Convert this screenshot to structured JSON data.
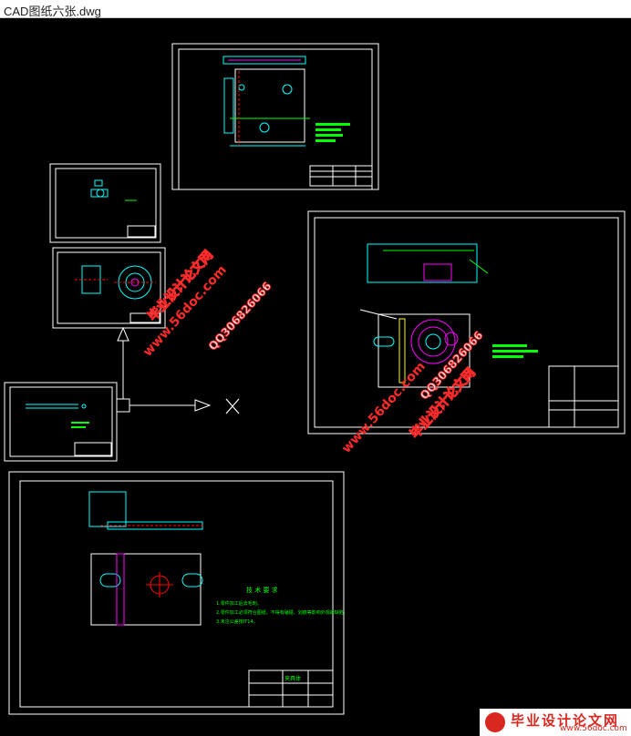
{
  "window": {
    "title": "CAD图纸六张.dwg"
  },
  "colors": {
    "background": "#000000",
    "frame": "#ffffff",
    "geometry": "#00ffff",
    "notes": "#00ff00",
    "highlight": "#ff00ff",
    "watermark": "#ff2a2a"
  },
  "drawings": {
    "sheet_bottom": {
      "notes_title": "技 术 要 求",
      "notes": [
        "1.零件加工后去毛刺。",
        "2.零件加工必须符合图纸。不得有磕碰、划痕等影响外观的缺陷。",
        "3.未注公差按IT14。"
      ]
    },
    "title_block_text": "夹具体"
  },
  "watermarks": {
    "site": "www.56doc.com",
    "brand": "毕业设计论文网",
    "qq": "QQ306826066"
  },
  "logo": {
    "text": "毕业设计论文网",
    "site": "www.56doc.com"
  },
  "icons": [
    "ucs-axis-icon",
    "x-axis-marker-icon"
  ]
}
